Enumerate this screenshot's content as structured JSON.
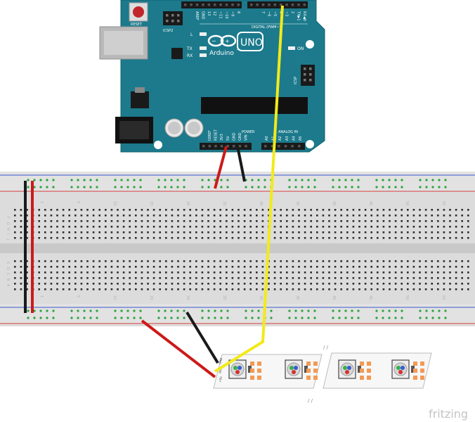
{
  "arduino": {
    "logo_text": "Arduino",
    "logo_tm": "™",
    "model": "UNO",
    "reset_label": "RESET",
    "icsp2_label": "ICSP2",
    "icsp_label": "ICSP",
    "led_l": "L",
    "led_tx": "TX",
    "led_rx": "RX",
    "on_label": "ON",
    "digital_label": "DIGITAL (PWM~)",
    "power_label": "POWER",
    "analog_label": "ANALOG IN",
    "top_pins": [
      "AREF",
      "GND",
      "13",
      "12",
      "~11",
      "~10",
      "~9",
      "8",
      "7",
      "~6",
      "~5",
      "4",
      "~3",
      "2",
      "TX▶1",
      "RX◀0"
    ],
    "power_pins": [
      "IOREF",
      "RESET",
      "3V3",
      "5V",
      "GND",
      "GND",
      "VIN"
    ],
    "analog_pins": [
      "A0",
      "A1",
      "A2",
      "A3",
      "A4",
      "A5"
    ]
  },
  "breadboard": {
    "rows_left": [
      "J",
      "I",
      "H",
      "G",
      "F",
      "E",
      "D",
      "C",
      "B",
      "A"
    ],
    "col_numbers": [
      "1",
      "5",
      "10",
      "15",
      "20",
      "25",
      "30",
      "35",
      "40",
      "45",
      "50",
      "55",
      "60"
    ]
  },
  "led_strip": {
    "pad_labels": [
      "+5V",
      "Din",
      "GND"
    ]
  },
  "wires": {
    "power_red": "#cc1a1a",
    "ground_black": "#1a1a1a",
    "data_yellow": "#f2ea1a"
  },
  "watermark": "fritzing"
}
